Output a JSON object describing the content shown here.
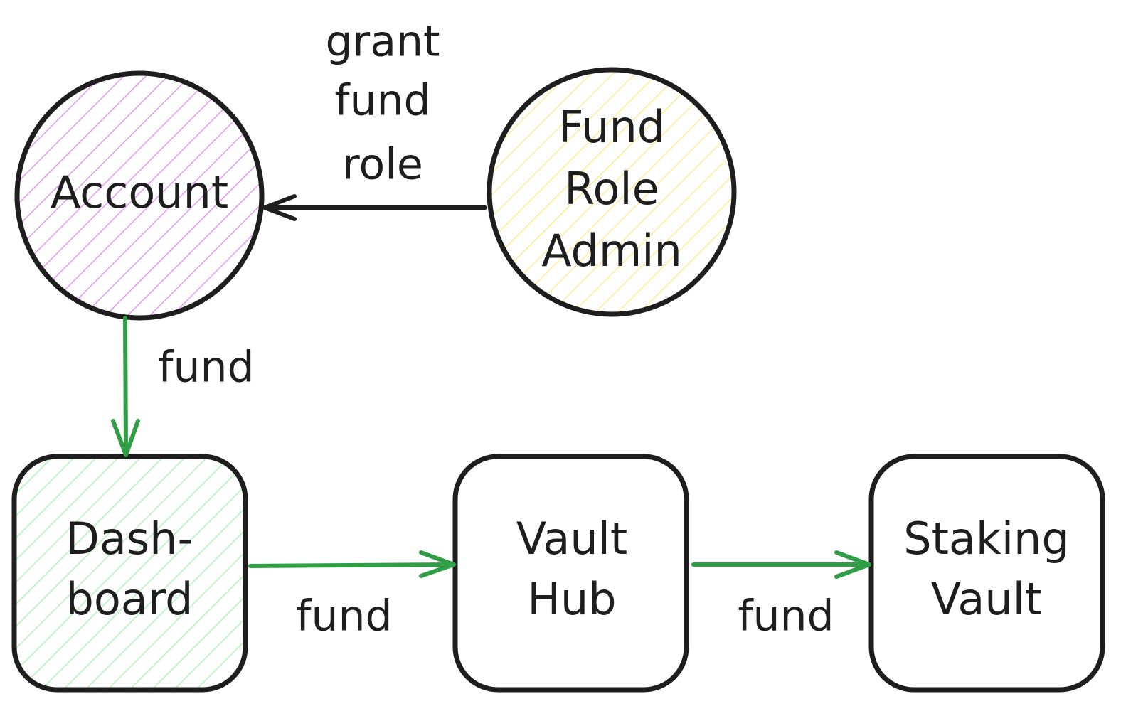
{
  "colors": {
    "stroke": "#1e1e1e",
    "edge_green": "#2f9e44",
    "account_hatch": "#e599f7",
    "fund_role_admin_hatch": "#ffec99",
    "dashboard_hatch": "#b2f2bb"
  },
  "nodes": {
    "account": {
      "lines": [
        "Account"
      ]
    },
    "fund_role_admin": {
      "lines": [
        "Fund",
        "Role",
        "Admin"
      ]
    },
    "dashboard": {
      "lines": [
        "Dash-",
        "board"
      ]
    },
    "vault_hub": {
      "lines": [
        "Vault",
        "Hub"
      ]
    },
    "staking_vault": {
      "lines": [
        "Staking",
        "Vault"
      ]
    }
  },
  "edges": {
    "admin_to_account": {
      "lines": [
        "grant",
        "fund",
        "role"
      ]
    },
    "account_to_dashboard": {
      "label": "fund"
    },
    "dashboard_to_hub": {
      "label": "fund"
    },
    "hub_to_vault": {
      "label": "fund"
    }
  }
}
